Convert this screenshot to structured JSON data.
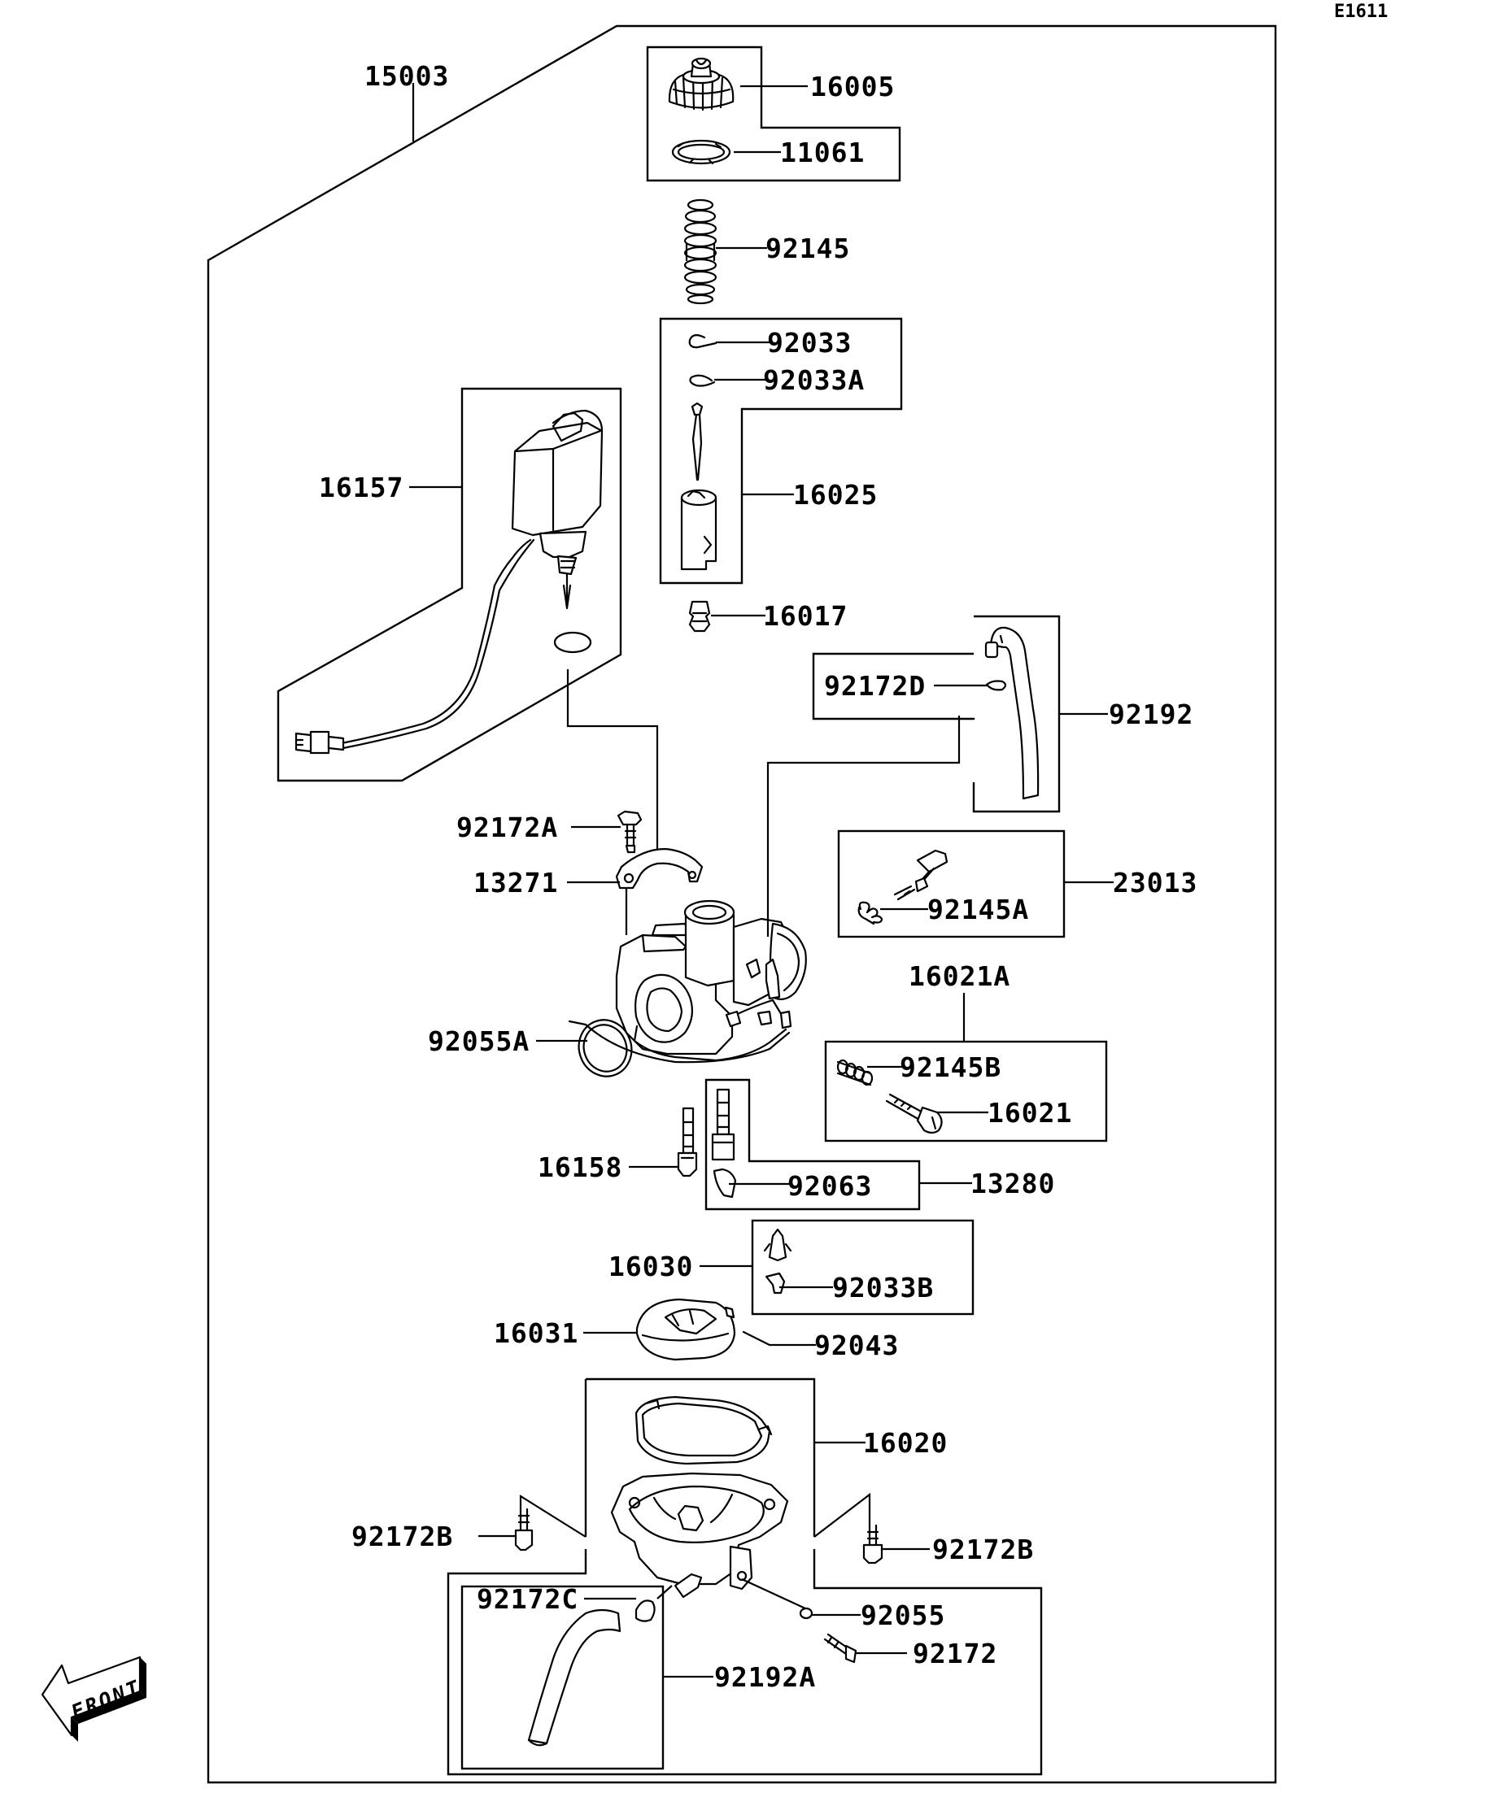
{
  "diagram": {
    "code": "E1611",
    "front_label": "FRONT",
    "parts": {
      "p15003": "15003",
      "p16005": "16005",
      "p11061": "11061",
      "p92145": "92145",
      "p92033": "92033",
      "p92033A": "92033A",
      "p16157": "16157",
      "p16025": "16025",
      "p16017": "16017",
      "p92172D": "92172D",
      "p92192": "92192",
      "p92172A": "92172A",
      "p13271": "13271",
      "p23013": "23013",
      "p92145A": "92145A",
      "p16021A": "16021A",
      "p92055A": "92055A",
      "p92145B": "92145B",
      "p16021": "16021",
      "p16158": "16158",
      "p13280": "13280",
      "p92063": "92063",
      "p16030": "16030",
      "p92033B": "92033B",
      "p16031": "16031",
      "p92043": "92043",
      "p16020": "16020",
      "p92172B_left": "92172B",
      "p92172B_right": "92172B",
      "p92172C": "92172C",
      "p92055": "92055",
      "p92172": "92172",
      "p92192A": "92192A"
    }
  }
}
